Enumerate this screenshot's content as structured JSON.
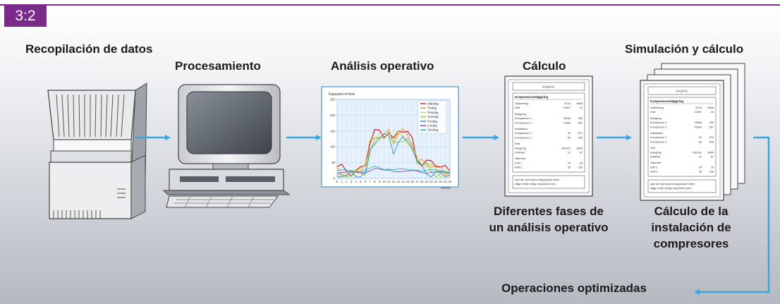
{
  "badge": "3:2",
  "labels": {
    "collect": "Recopilación de datos",
    "process": "Procesamiento",
    "analysis": "Análisis operativo",
    "calc": "Cálculo",
    "sim": "Simulación y cálculo",
    "phases_1": "Diferentes fases de",
    "phases_2": "un análisis operativo",
    "install_1": "Cálculo de la",
    "install_2": "instalación de",
    "install_3": "compresores",
    "optimized": "Operaciones optimizadas"
  },
  "colors": {
    "accent": "#7b2a8a",
    "arrow": "#3aa6e0"
  },
  "screen_chart": {
    "title": "Kapacitet m³/min",
    "xlabel": "Timmar",
    "y_ticks": [
      "250",
      "200",
      "150",
      "100",
      "50",
      "0"
    ],
    "x_ticks": [
      "0",
      "1",
      "2",
      "3",
      "4",
      "5",
      "6",
      "7",
      "8",
      "9",
      "10",
      "11",
      "12",
      "13",
      "14",
      "15",
      "16",
      "17",
      "18",
      "19",
      "20",
      "21",
      "22",
      "23",
      "24"
    ],
    "legend": [
      "Måndag",
      "Tisdag",
      "Onsdag",
      "Torsdag",
      "Fredag",
      "Lördag",
      "Söndag"
    ]
  },
  "doc": {
    "header": "KALKYL",
    "section": "Kompressoranläggning",
    "lines": [
      [
        "Opitimering",
        "8744",
        "8696"
      ],
      [
        "Drift",
        "12567",
        "34"
      ],
      [
        "Avlagring",
        "",
        ""
      ],
      [
        "Kompressor 1",
        "78456",
        "456"
      ],
      [
        "Kompressor 2",
        "70834",
        "567"
      ],
      [
        "Installation",
        "",
        ""
      ],
      [
        "Kompressor 1",
        "45",
        "879"
      ],
      [
        "Kompressor 2",
        "56",
        "998"
      ],
      [
        "Drift",
        "",
        ""
      ],
      [
        "Avlagring",
        "892341",
        "6845"
      ],
      [
        "Driftstart",
        "12",
        "87"
      ],
      [
        "Säkerhet",
        "",
        ""
      ],
      [
        "Drift 1",
        "24",
        "29"
      ],
      [
        "Drift 2",
        "35",
        "156"
      ]
    ],
    "footer": "Igod wer styb cpsevncdag jyknpvn skyxe idlgjpr vexlijr wirbjyy xrtpyxandor tylvx"
  }
}
